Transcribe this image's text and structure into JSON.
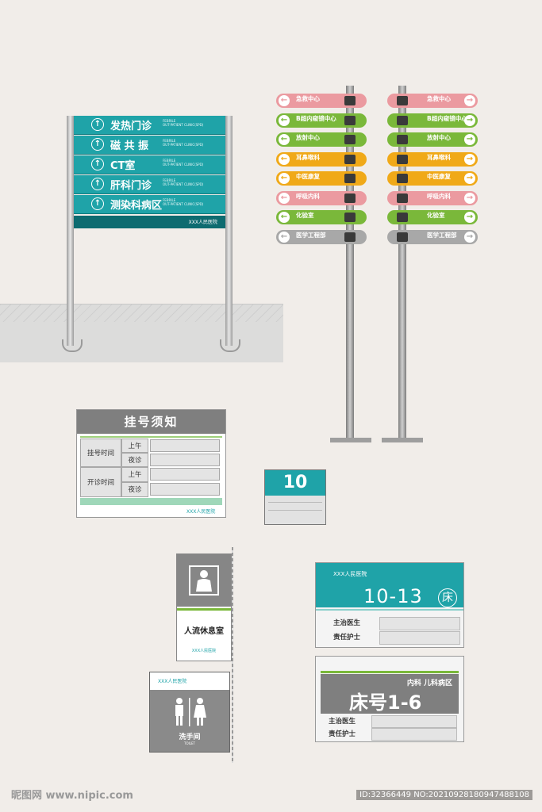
{
  "directory_sign": {
    "rows": [
      {
        "cn": "发热门诊",
        "en": "FEBRILE\nOUT-PATIENT CLINIC(SPD)"
      },
      {
        "cn": "磁 共 振",
        "en": "FEBRILE\nOUT-PATIENT CLINIC(SPD)"
      },
      {
        "cn": "CT室",
        "en": "FEBRILE\nOUT-PATIENT CLINIC(SPD)"
      },
      {
        "cn": "肝科门诊",
        "en": "FEBRILE\nOUT-PATIENT CLINIC(SPD)"
      },
      {
        "cn": "测染科病区",
        "en": "FEBRILE\nOUT-PATIENT CLINIC(SPD)"
      }
    ],
    "arrow": "↑",
    "logo": "XXX人民医院"
  },
  "pole_left": [
    {
      "text": "急救中心",
      "color": "#eb9aa0",
      "arrow": "←"
    },
    {
      "text": "B超内窥镜中心",
      "color": "#7ab83a",
      "arrow": "←"
    },
    {
      "text": "放射中心",
      "color": "#7ab83a",
      "arrow": "←"
    },
    {
      "text": "耳鼻喉科",
      "color": "#f0a918",
      "arrow": "←"
    },
    {
      "text": "中医康复",
      "color": "#f0a918",
      "arrow": "←"
    },
    {
      "text": "呼吸内科",
      "color": "#eb9aa0",
      "arrow": "←"
    },
    {
      "text": "化验室",
      "color": "#7ab83a",
      "arrow": "←"
    },
    {
      "text": "医学工程部",
      "color": "#a8a8a8",
      "arrow": "←"
    }
  ],
  "pole_right": [
    {
      "text": "急救中心",
      "color": "#eb9aa0",
      "arrow": "→"
    },
    {
      "text": "B超内窥镜中心",
      "color": "#7ab83a",
      "arrow": "→"
    },
    {
      "text": "放射中心",
      "color": "#7ab83a",
      "arrow": "→"
    },
    {
      "text": "耳鼻喉科",
      "color": "#f0a918",
      "arrow": "→"
    },
    {
      "text": "中医康复",
      "color": "#f0a918",
      "arrow": "→"
    },
    {
      "text": "呼吸内科",
      "color": "#eb9aa0",
      "arrow": "→"
    },
    {
      "text": "化验室",
      "color": "#7ab83a",
      "arrow": "→"
    },
    {
      "text": "医学工程部",
      "color": "#a8a8a8",
      "arrow": "→"
    }
  ],
  "registration": {
    "title": "挂号须知",
    "row1": "挂号时间",
    "row2": "开诊时间",
    "am": "上午",
    "night": "夜诊",
    "logo": "XXX人民医院"
  },
  "room_badge": {
    "number": "10"
  },
  "lounge_sign": {
    "title": "人流休息室",
    "logo": "XXX人民医院"
  },
  "toilet_sign": {
    "logo": "XXX人民医院",
    "title": "洗手间",
    "en": "TOILET"
  },
  "bed_sign_1": {
    "logo": "XXX人民医院",
    "range": "10-13",
    "bed_char": "床",
    "doctor": "主治医生",
    "nurse": "责任护士"
  },
  "bed_sign_2": {
    "dept": "内科 儿科病区",
    "range": "床号1-6",
    "doctor": "主治医生",
    "nurse": "责任护士"
  },
  "watermark": {
    "left": "昵图网 www.nipic.com",
    "right": "ID:32366449 NO:20210928180947488108"
  },
  "colors": {
    "teal": "#1fa3a8",
    "dark_teal": "#0d6b70",
    "gray": "#808080"
  }
}
